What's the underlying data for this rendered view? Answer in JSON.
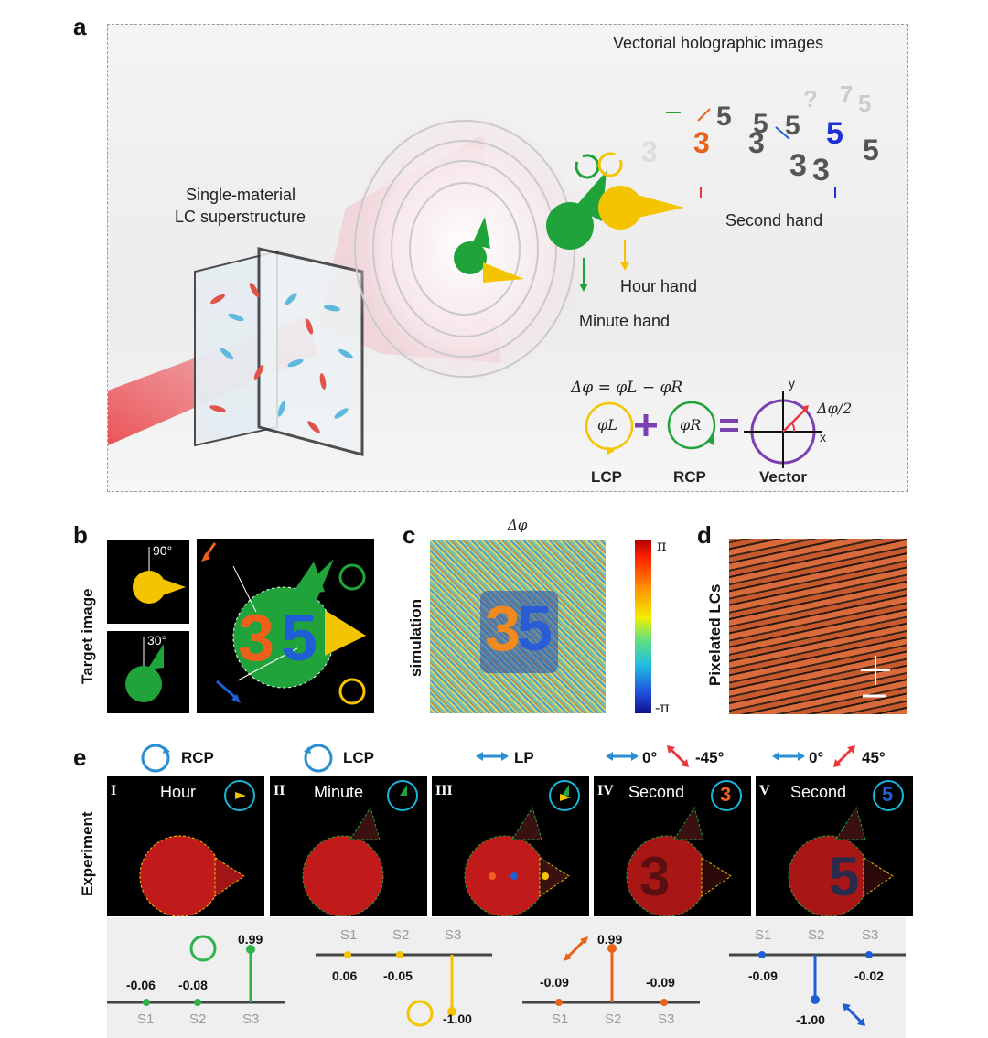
{
  "panel_a": {
    "letter": "a",
    "title": "Vectorial holographic images",
    "superstructure_line1": "Single-material",
    "superstructure_line2": "LC superstructure",
    "second_hand": "Second hand",
    "hour_hand": "Hour hand",
    "minute_hand": "Minute hand",
    "equation": "Δφ = φL − φR",
    "phi_l": "φL",
    "phi_r": "φR",
    "plus": "+",
    "equals": "=",
    "half_delta": "Δφ/2",
    "axis_x": "x",
    "axis_y": "y",
    "lcp": "LCP",
    "rcp": "RCP",
    "vector": "Vector",
    "hologram_digits": [
      "3",
      "5"
    ]
  },
  "panel_b": {
    "letter": "b",
    "side_label": "Target image",
    "angle_hour": "90°",
    "angle_minute": "30°",
    "digit_left": "3",
    "digit_right": "5"
  },
  "panel_c": {
    "letter": "c",
    "title": "Δφ",
    "side_label": "simulation",
    "colorbar_max": "π",
    "colorbar_min": "-π",
    "digits": "35"
  },
  "panel_d": {
    "letter": "d",
    "side_label": "Pixelated LCs"
  },
  "panel_e": {
    "letter": "e",
    "side_label": "Experiment",
    "headers": [
      {
        "label": "RCP"
      },
      {
        "label": "LCP"
      },
      {
        "label": "LP"
      },
      {
        "label_a": "0°",
        "label_b": "-45°"
      },
      {
        "label_a": "0°",
        "label_b": "45°"
      }
    ],
    "frames": [
      {
        "roman": "I",
        "title": "Hour"
      },
      {
        "roman": "II",
        "title": "Minute"
      },
      {
        "roman": "III",
        "title": ""
      },
      {
        "roman": "IV",
        "title": "Second",
        "digit": "3"
      },
      {
        "roman": "V",
        "title": "Second",
        "digit": "5"
      }
    ],
    "stokes": [
      {
        "labels": [
          "S1",
          "S2",
          "S3"
        ],
        "values": [
          "-0.06",
          "-0.08",
          "0.99"
        ],
        "color": "#2db34a"
      },
      {
        "labels": [
          "S1",
          "S2",
          "S3"
        ],
        "values": [
          "0.06",
          "-0.05",
          "-1.00"
        ],
        "color": "#f2c500"
      },
      {
        "labels": [
          "S1",
          "S2",
          "S3"
        ],
        "values": [
          "-0.09",
          "0.99",
          "-0.09"
        ],
        "color": "#e8621b"
      },
      {
        "labels": [
          "S1",
          "S2",
          "S3"
        ],
        "values": [
          "-0.09",
          "-1.00",
          "-0.02"
        ],
        "color": "#1f5fd6"
      }
    ]
  },
  "colors": {
    "yellow": "#f5c400",
    "green": "#1fa33a",
    "orange": "#f0601b",
    "blue": "#1f5fd6",
    "purple": "#7a3fb0",
    "cyan": "#18b6d8",
    "laser_red": "#e8383b"
  }
}
